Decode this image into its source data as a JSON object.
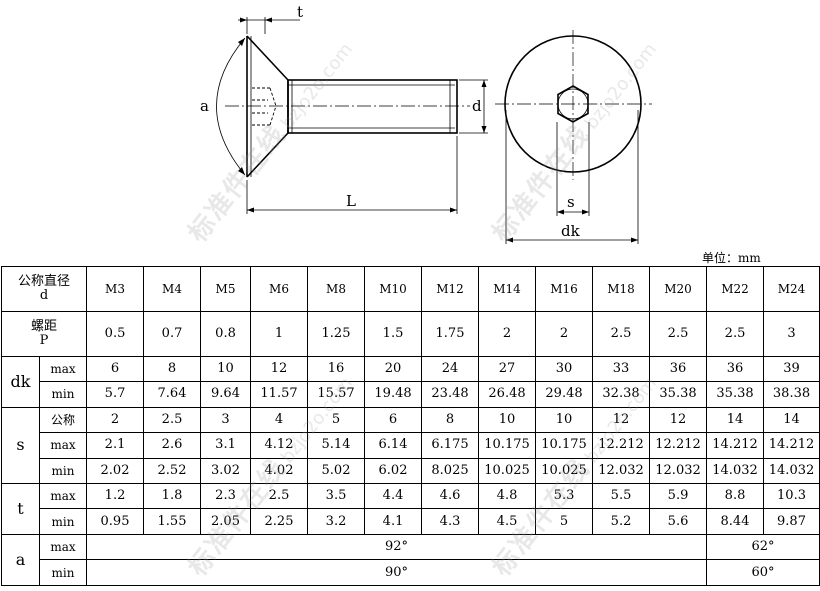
{
  "drawing": {
    "dims": {
      "t": "t",
      "a": "a",
      "d": "d",
      "L": "L",
      "s": "s",
      "dk": "dk"
    }
  },
  "unit": "单位：mm",
  "table": {
    "header": {
      "line1": "公称直径",
      "line2": "d"
    },
    "sizes": [
      "M3",
      "M4",
      "M5",
      "M6",
      "M8",
      "M10",
      "M12",
      "M14",
      "M16",
      "M18",
      "M20",
      "M22",
      "M24"
    ],
    "pitch": {
      "line1": "螺距",
      "line2": "P",
      "values": [
        "0.5",
        "0.7",
        "0.8",
        "1",
        "1.25",
        "1.5",
        "1.75",
        "2",
        "2",
        "2.5",
        "2.5",
        "2.5",
        "3"
      ]
    },
    "dk": {
      "label": "dk",
      "max": {
        "label": "max",
        "values": [
          "6",
          "8",
          "10",
          "12",
          "16",
          "20",
          "24",
          "27",
          "30",
          "33",
          "36",
          "36",
          "39"
        ]
      },
      "min": {
        "label": "min",
        "values": [
          "5.7",
          "7.64",
          "9.64",
          "11.57",
          "15.57",
          "19.48",
          "23.48",
          "26.48",
          "29.48",
          "32.38",
          "35.38",
          "35.38",
          "38.38"
        ]
      }
    },
    "s": {
      "label": "s",
      "nom": {
        "label": "公称",
        "values": [
          "2",
          "2.5",
          "3",
          "4",
          "5",
          "6",
          "8",
          "10",
          "10",
          "12",
          "12",
          "14",
          "14"
        ]
      },
      "max": {
        "label": "max",
        "values": [
          "2.1",
          "2.6",
          "3.1",
          "4.12",
          "5.14",
          "6.14",
          "6.175",
          "10.175",
          "10.175",
          "12.212",
          "12.212",
          "14.212",
          "14.212"
        ]
      },
      "min": {
        "label": "min",
        "values": [
          "2.02",
          "2.52",
          "3.02",
          "4.02",
          "5.02",
          "6.02",
          "8.025",
          "10.025",
          "10.025",
          "12.032",
          "12.032",
          "14.032",
          "14.032"
        ]
      }
    },
    "t": {
      "label": "t",
      "max": {
        "label": "max",
        "values": [
          "1.2",
          "1.8",
          "2.3",
          "2.5",
          "3.5",
          "4.4",
          "4.6",
          "4.8",
          "5.3",
          "5.5",
          "5.9",
          "8.8",
          "10.3"
        ]
      },
      "min": {
        "label": "min",
        "values": [
          "0.95",
          "1.55",
          "2.05",
          "2.25",
          "3.2",
          "4.1",
          "4.3",
          "4.5",
          "5",
          "5.2",
          "5.6",
          "8.44",
          "9.87"
        ]
      }
    },
    "a": {
      "label": "a",
      "max": {
        "label": "max",
        "span1": "92°",
        "span2": "62°"
      },
      "min": {
        "label": "min",
        "span1": "90°",
        "span2": "60°"
      }
    }
  },
  "watermark": {
    "big": "标准件在线",
    "small": "bzjo2o.com"
  }
}
